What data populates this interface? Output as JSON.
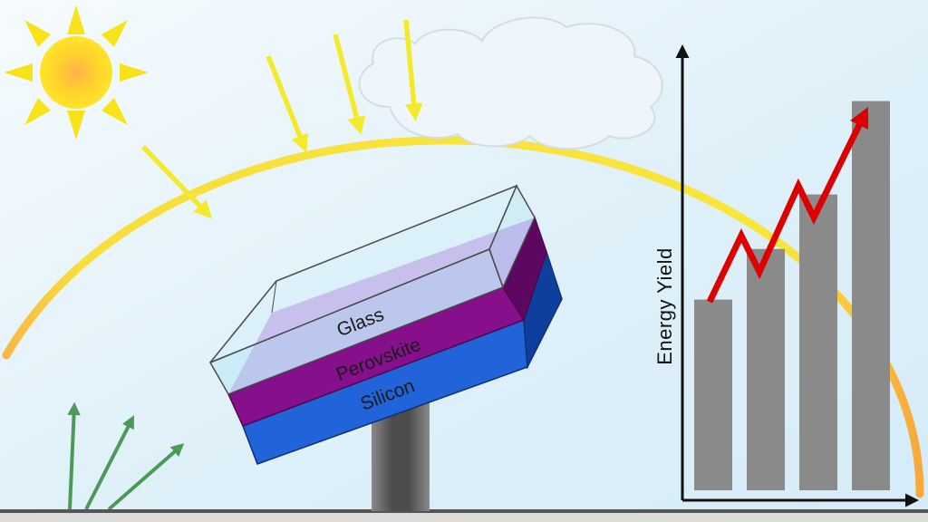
{
  "labels": {
    "glass": "Glass",
    "perovskite": "Perovskite",
    "silicon": "Silicon",
    "y_axis": "Energy Yield"
  },
  "icons": [
    "sun-icon",
    "cloud-icon",
    "solar-panel-icon",
    "trend-arrow-icon"
  ],
  "colors": {
    "sky": "#e6f4fb",
    "sun": "#ffd21a",
    "sun_rays": "#f7e318",
    "sun_path": "#f8e63a",
    "incoming_arrows": "#f3ea2c",
    "reflected_arrows": "#4c9a57",
    "glass": "#c7eef6",
    "perovskite": "#8a0d8a",
    "silicon": "#1d5bd1",
    "pole": "#6c6c6c",
    "bars": "#8a8a8a",
    "trend": "#dd0000",
    "ground": "#555555"
  },
  "chart_data": {
    "type": "bar",
    "categories": [
      "",
      "",
      "",
      ""
    ],
    "values": [
      0.49,
      0.62,
      0.76,
      1.0
    ],
    "xlabel": "",
    "ylabel": "Energy Yield",
    "ylim": [
      0,
      1.12
    ],
    "trend": "increasing"
  }
}
